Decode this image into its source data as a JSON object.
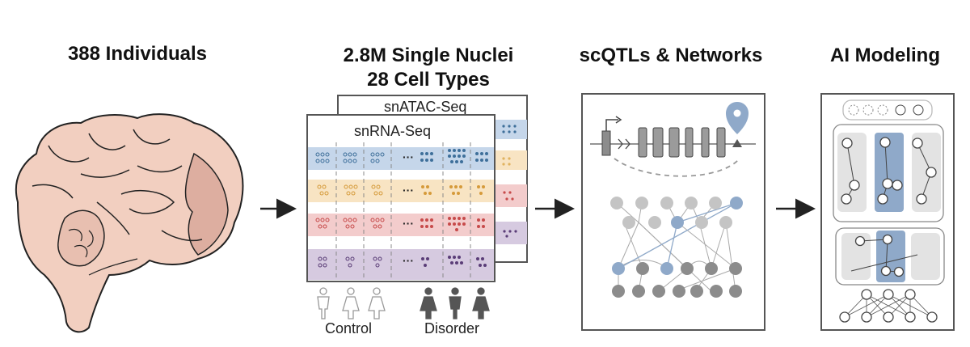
{
  "stages": [
    {
      "title": "388 Individuals"
    },
    {
      "title": "2.8M Single Nuclei",
      "title2": "28 Cell Types",
      "back_label": "snATAC-Seq",
      "front_label": "snRNA-Seq"
    },
    {
      "title": "scQTLs & Networks"
    },
    {
      "title": "AI Modeling"
    }
  ],
  "groups": {
    "control_label": "Control",
    "disorder_label": "Disorder"
  },
  "ellipsis": "···",
  "colors": {
    "blue": "#c5d6ea",
    "orange": "#f8e4c3",
    "red": "#f3cccc",
    "purple": "#d6cae0",
    "highlight": "#8fa9c9",
    "brain": "#f2cfc0",
    "gray": "#bdbdbd",
    "darkgray": "#8c8c8c"
  }
}
